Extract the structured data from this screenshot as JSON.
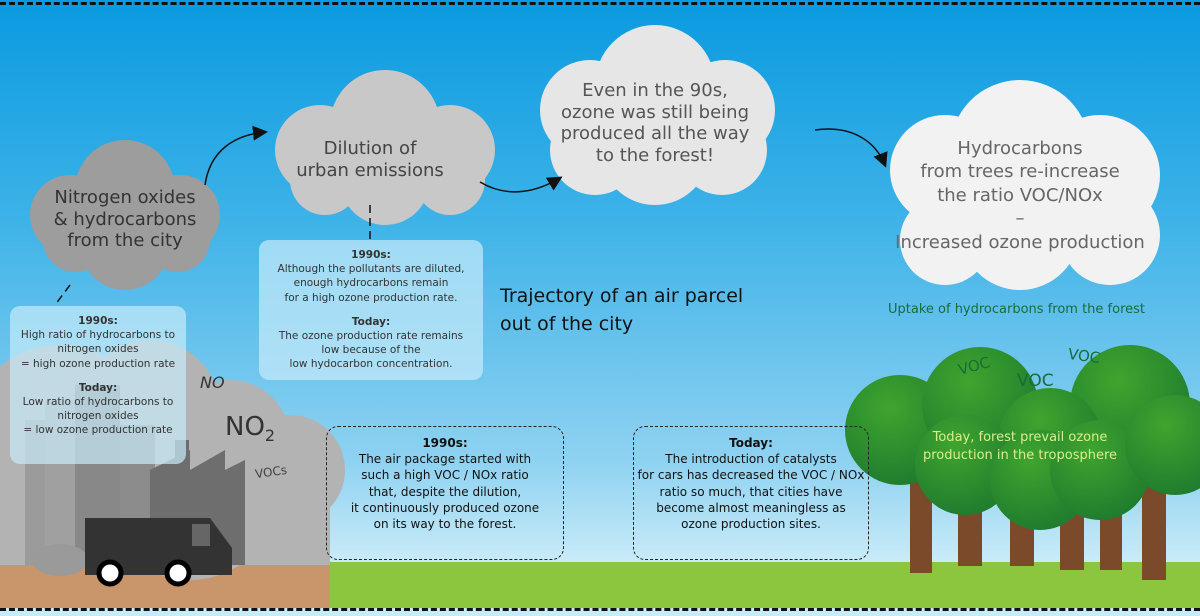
{
  "clouds": {
    "city": "Nitrogen oxides\n& hydrocarbons\nfrom the city",
    "dilution": "Dilution of\nurban emissions",
    "nineties": "Even in the 90s,\nozone was still being\nproduced all the way\nto the forest!",
    "forest": "Hydrocarbons\nfrom trees re-increase\nthe ratio VOC/NOx\n–\nIncreased ozone production"
  },
  "panels": {
    "city": {
      "h1": "1990s:",
      "t1": "High ratio of hydrocarbons to\nnitrogen oxides\n= high ozone production rate",
      "h2": "Today:",
      "t2": "Low ratio of hydrocarbons to\nnitrogen oxides\n= low ozone production rate"
    },
    "dilution": {
      "h1": "1990s:",
      "t1": "Although the pollutants are diluted,\nenough hydrocarbons remain\nfor a high ozone production rate.",
      "h2": "Today:",
      "t2": "The ozone production rate remains\nlow because of the\nlow hydocarbon concentration."
    }
  },
  "trajectory_title": "Trajectory of an air parcel\nout of the city",
  "boxes": {
    "nineties": {
      "h": "1990s:",
      "t": "The air package started with\nsuch a high VOC / NOx ratio\nthat, despite the dilution,\nit continuously produced ozone\non its way to the forest."
    },
    "today": {
      "h": "Today:",
      "t": "The introduction of catalysts\nfor cars has decreased the VOC / NOx\nratio so much, that cities have\nbecome almost meaningless as\nozone production sites."
    }
  },
  "pollutants": {
    "no": "NO",
    "no2": "NO",
    "no2_sub": "2",
    "vocs": "VOCs"
  },
  "forest": {
    "uptake": "Uptake of hydrocarbons from the forest",
    "voc1": "VOC",
    "voc2": "VOC",
    "voc3": "VOC",
    "today": "Today, forest prevail ozone\nproduction in the troposphere"
  },
  "colors": {
    "forest_text": "#1a6b3a",
    "tree_text": "#d9ef8a",
    "grass": "#8cc63f"
  }
}
